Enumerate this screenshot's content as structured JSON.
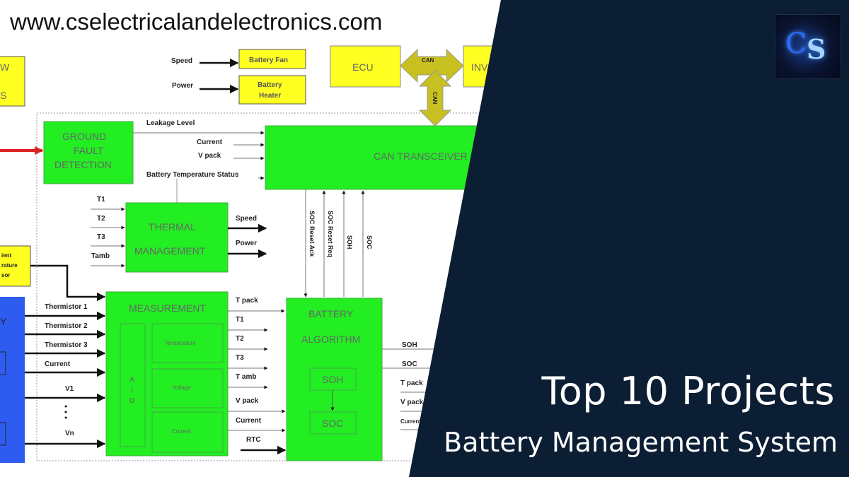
{
  "header": {
    "url": "www.cselectricalandelectronics.com"
  },
  "title": "Top 10 Projects",
  "subtitle": "Battery Management System",
  "logo": {
    "text_c": "C",
    "text_s": "S"
  },
  "colors": {
    "panel": "#0c1e33",
    "block_green": "#22ee22",
    "block_yellow": "#ffff22",
    "block_blue": "#2f5cf0",
    "fault_arrow": "#dd2222"
  },
  "diagram": {
    "left_box_top": [
      "W",
      "S"
    ],
    "ambient_box": [
      "ient",
      "rature",
      "sor"
    ],
    "battery_box": "Y",
    "ecu": "ECU",
    "inv": "INV",
    "can_h": "CAN",
    "can_v": "CAN",
    "battery_fan": "Battery Fan",
    "battery_heater": [
      "Battery",
      "Heater"
    ],
    "speed_in": "Speed",
    "power_in": "Power",
    "ground_fault": [
      "GROUND",
      "FAULT",
      "DETECTION"
    ],
    "can_transceiver": "CAN TRANSCEIVER",
    "leakage": "Leakage Level",
    "current": "Current",
    "vpack": "V pack",
    "bts": "Battery Temperature Status",
    "thermal": [
      "THERMAL",
      "MANAGEMENT"
    ],
    "thermal_inputs": [
      "T1",
      "T2",
      "T3",
      "Tamb"
    ],
    "thermal_outputs": [
      "Speed",
      "Power"
    ],
    "vertical_signals": [
      "SOC Reset Ack",
      "SOC Reset Req",
      "SOH",
      "SOC"
    ],
    "measurement": "MEASUREMENT",
    "ad": [
      "A",
      "/",
      "D"
    ],
    "meas_sub": [
      "Temperature",
      "Voltage",
      "Current"
    ],
    "meas_inputs": [
      "Thermistor 1",
      "Thermistor 2",
      "Thermistor 3",
      "Current",
      "V1",
      "Vn"
    ],
    "meas_outputs": [
      "T pack",
      "T1",
      "T2",
      "T3",
      "T amb",
      "V pack",
      "Current",
      "RTC"
    ],
    "algorithm": [
      "BATTERY",
      "ALGORITHM"
    ],
    "soh": "SOH",
    "soc": "SOC",
    "algo_outputs": [
      "SOH",
      "SOC",
      "T pack",
      "V pack",
      "Current"
    ]
  }
}
